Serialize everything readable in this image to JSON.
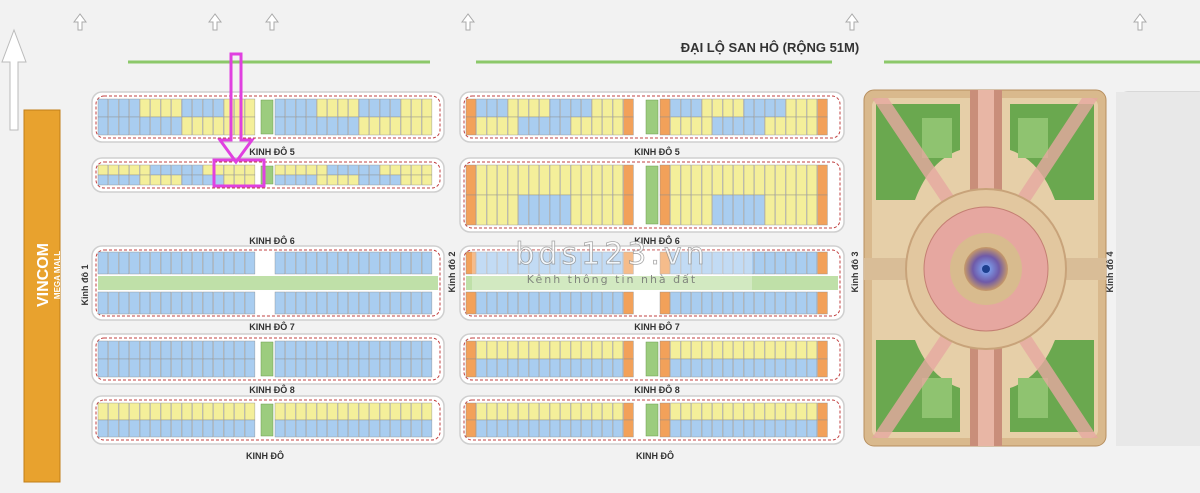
{
  "map": {
    "avenue_label": "ĐẠI LỘ SAN HÔ (RỘNG 51M)",
    "mall": {
      "name": "VINCOM",
      "sub": "MEGA MALL"
    },
    "streets_horizontal": {
      "s5": "KINH ĐÔ 5",
      "s6": "KINH ĐÔ 6",
      "s7": "KINH ĐÔ 7",
      "s8": "KINH ĐÔ 8",
      "bottom": "KINH ĐÔ"
    },
    "streets_vertical": {
      "v1": "Kinh đô 1",
      "v2": "Kinh đô 2",
      "v3": "Kinh đô 3",
      "v4": "Kinh đô 4"
    },
    "watermark": {
      "brand": "bds123.vn",
      "tagline": "Kênh thông tin nhà đất"
    },
    "colors": {
      "lot_blue": "#a9cdf0",
      "lot_yellow": "#f4ef9a",
      "lot_orange": "#f2a15a",
      "highlight": "#e040e0",
      "mall": "#e8a22e",
      "green_line": "#8cc86a",
      "park_green": "#6aa84f",
      "plaza_tan": "#e3c8a0"
    }
  }
}
